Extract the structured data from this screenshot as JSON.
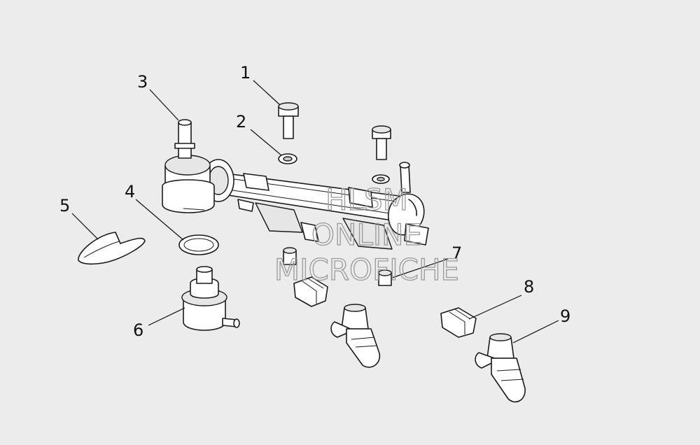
{
  "diagram": {
    "callouts": [
      {
        "id": "c1",
        "label": "1"
      },
      {
        "id": "c2",
        "label": "2"
      },
      {
        "id": "c3",
        "label": "3"
      },
      {
        "id": "c4",
        "label": "4"
      },
      {
        "id": "c5",
        "label": "5"
      },
      {
        "id": "c6",
        "label": "6"
      },
      {
        "id": "c7",
        "label": "7"
      },
      {
        "id": "c8",
        "label": "8"
      },
      {
        "id": "c9",
        "label": "9"
      }
    ],
    "watermark": {
      "line1": "HLSM",
      "line2": "ONLINE",
      "line3": "MICROFICHE"
    },
    "colors": {
      "background": "#ececec",
      "ink": "#111111",
      "watermark": "#9a9a9a"
    }
  }
}
